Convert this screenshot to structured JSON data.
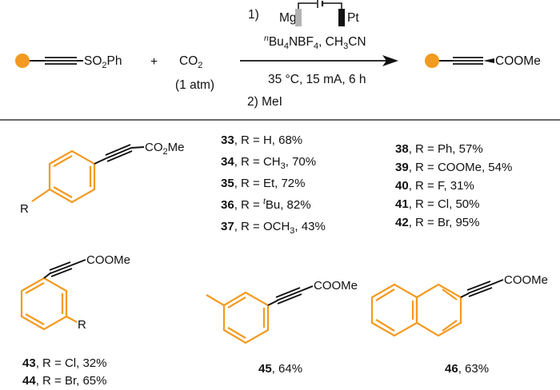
{
  "colors": {
    "aryl": "#f39a20",
    "bond": "#111111",
    "electrode_mg": "#b3b3b3",
    "electrode_pt": "#111111"
  },
  "reaction": {
    "reactant": {
      "group": "SO",
      "sub": "2",
      "tail": "Ph"
    },
    "plus": "+",
    "co2": {
      "main": "CO",
      "sub": "2",
      "pressure": "(1 atm)"
    },
    "conditions": {
      "step1": "1)",
      "mg": "Mg",
      "pt": "Pt",
      "reagent_sup": "n",
      "reagent_a": "Bu",
      "reagent_a_sub": "4",
      "reagent_b": "NBF",
      "reagent_b_sub": "4",
      "reagent_c": ", CH",
      "reagent_c_sub": "3",
      "reagent_d": "CN",
      "temp_current_time": "35 °C, 15 mA, 6 h",
      "step2": "2) MeI"
    },
    "product": "COOMe"
  },
  "para": {
    "ester": {
      "main": "CO",
      "sub": "2",
      "tail": "Me"
    },
    "r": "R"
  },
  "ortho": {
    "ester": "COOMe",
    "r": "R"
  },
  "meta": {
    "ester": "COOMe"
  },
  "naph": {
    "ester": "COOMe"
  },
  "results": {
    "c33": {
      "num": "33",
      "text": ", R = H, 68%"
    },
    "c34": {
      "num": "34",
      "text": ", R = CH",
      "sub": "3",
      "after": ", 70%"
    },
    "c35": {
      "num": "35",
      "text": ", R = Et, 72%"
    },
    "c36": {
      "num": "36",
      "text": ", R = ",
      "sup": "t",
      "after": "Bu, 82%"
    },
    "c37": {
      "num": "37",
      "text": ", R = OCH",
      "sub": "3",
      "after": ", 43%"
    },
    "c38": {
      "num": "38",
      "text": ", R = Ph, 57%"
    },
    "c39": {
      "num": "39",
      "text": ", R = COOMe, 54%"
    },
    "c40": {
      "num": "40",
      "text": ", R = F, 31%"
    },
    "c41": {
      "num": "41",
      "text": ", R = Cl, 50%"
    },
    "c42": {
      "num": "42",
      "text": ", R = Br, 95%"
    },
    "c43": {
      "num": "43",
      "text": ", R = Cl, 32%"
    },
    "c44": {
      "num": "44",
      "text": ", R = Br, 65%"
    },
    "c45": {
      "num": "45",
      "text": ", 64%"
    },
    "c46": {
      "num": "46",
      "text": ", 63%"
    }
  }
}
